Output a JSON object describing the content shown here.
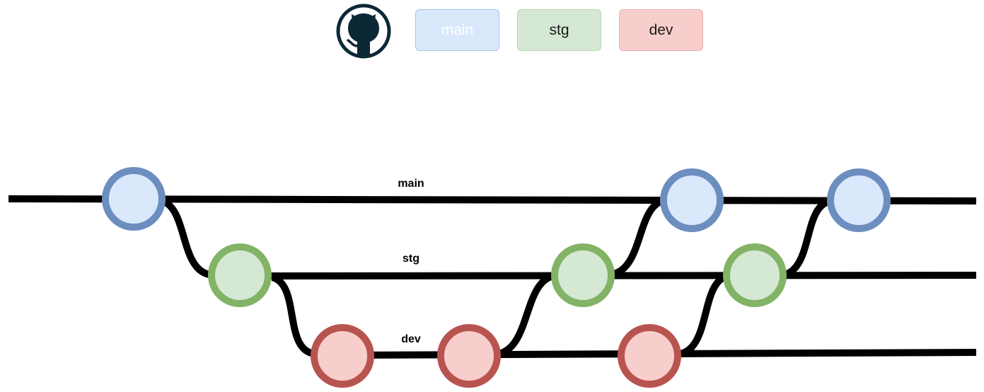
{
  "legend": [
    {
      "id": "main",
      "label": "main",
      "text_color": "#ffffff",
      "fill": "#dae8fc",
      "border": "#a9c4eb"
    },
    {
      "id": "stg",
      "label": "stg",
      "text_color": "#1a1a1a",
      "fill": "#d5e8d4",
      "border": "#b9d7b5"
    },
    {
      "id": "dev",
      "label": "dev",
      "text_color": "#1a1a1a",
      "fill": "#f8cecc",
      "border": "#eab3b0"
    }
  ],
  "logo": {
    "icon": "github-octocat-icon",
    "color": "#0c2836"
  },
  "branches": {
    "main": {
      "label": "main",
      "fill": "#dae8fc",
      "stroke": "#6c8ebf"
    },
    "stg": {
      "label": "stg",
      "fill": "#d5e8d4",
      "stroke": "#82b366"
    },
    "dev": {
      "label": "dev",
      "fill": "#f8cecc",
      "stroke": "#b85450"
    }
  },
  "line_color": "#000000",
  "commits": [
    {
      "branch": "main"
    },
    {
      "branch": "stg"
    },
    {
      "branch": "dev"
    },
    {
      "branch": "dev"
    },
    {
      "branch": "stg"
    },
    {
      "branch": "main"
    },
    {
      "branch": "dev"
    },
    {
      "branch": "stg"
    },
    {
      "branch": "main"
    }
  ]
}
